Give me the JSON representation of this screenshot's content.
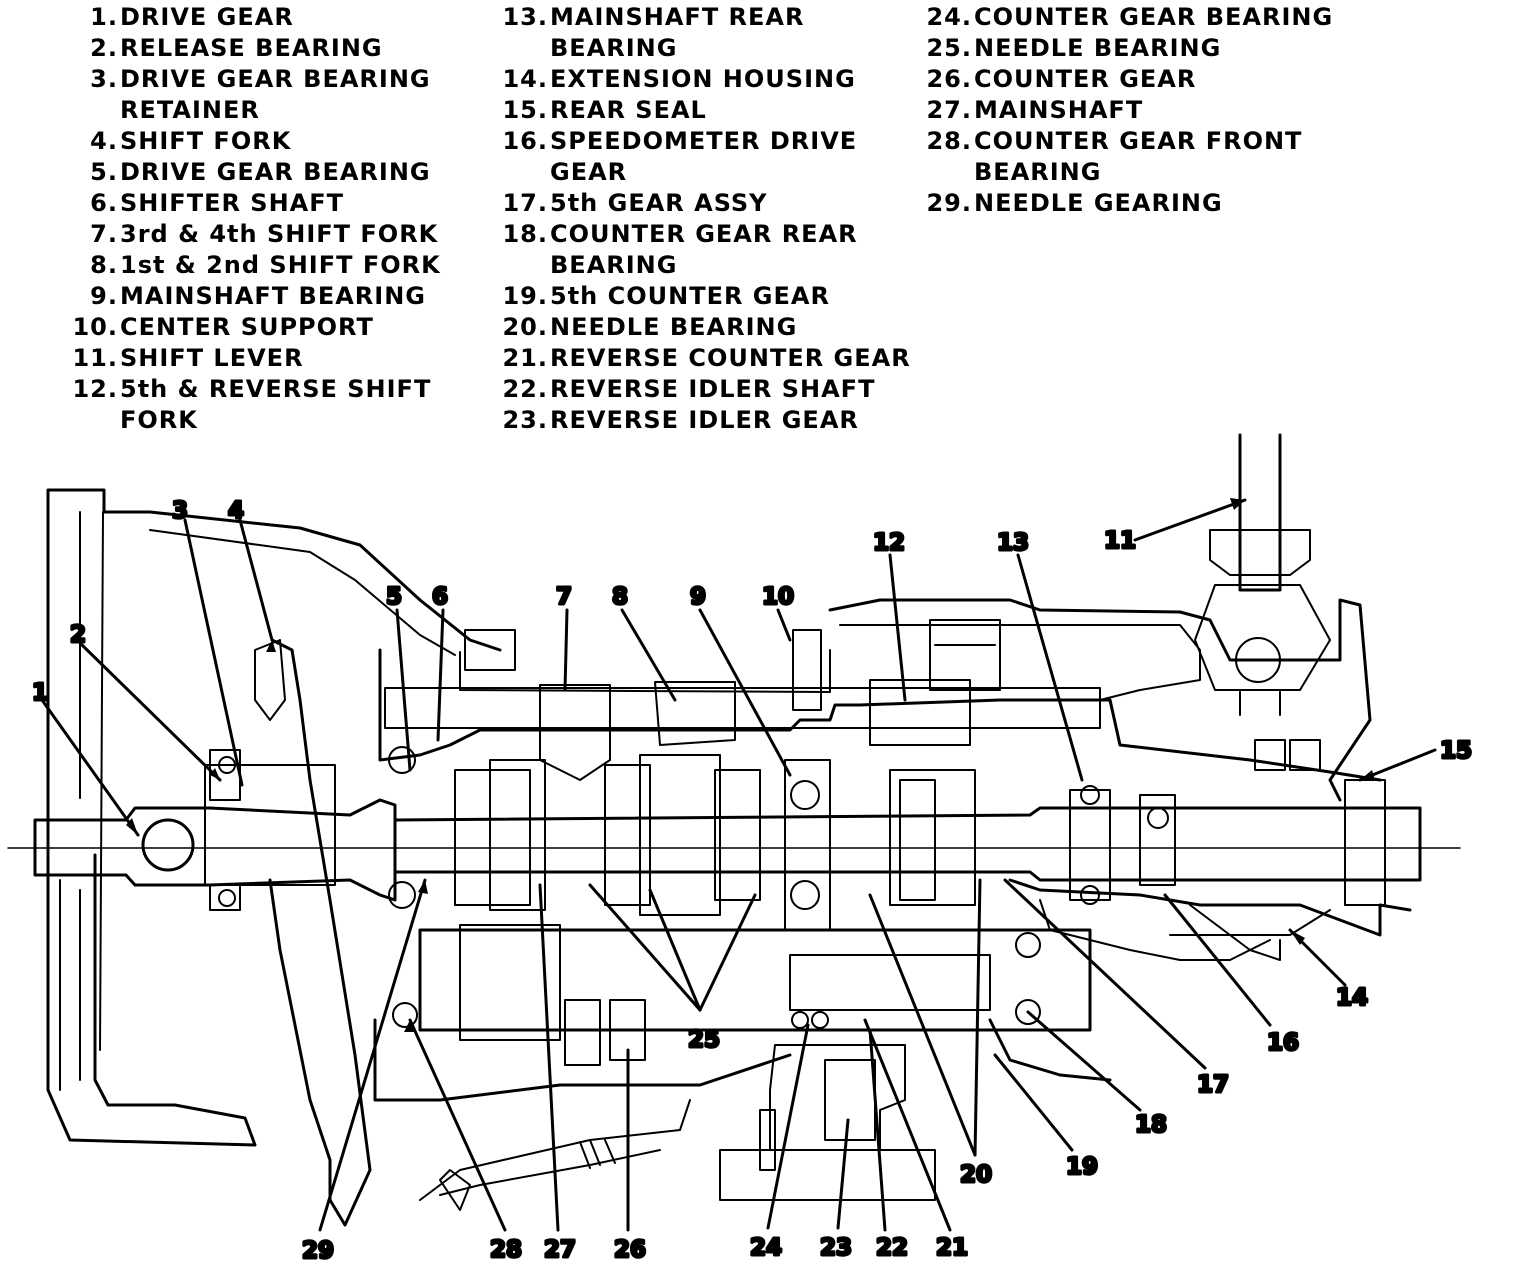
{
  "legend": [
    {
      "num": "1.",
      "label": "DRIVE GEAR"
    },
    {
      "num": "2.",
      "label": "RELEASE BEARING"
    },
    {
      "num": "3.",
      "label": "DRIVE GEAR BEARING"
    },
    {
      "num": "",
      "label": "RETAINER"
    },
    {
      "num": "4.",
      "label": "SHIFT FORK"
    },
    {
      "num": "5.",
      "label": "DRIVE GEAR BEARING"
    },
    {
      "num": "6.",
      "label": "SHIFTER SHAFT"
    },
    {
      "num": "7.",
      "label": "3rd & 4th SHIFT FORK"
    },
    {
      "num": "8.",
      "label": "1st & 2nd SHIFT FORK"
    },
    {
      "num": "9.",
      "label": "MAINSHAFT BEARING"
    },
    {
      "num": "10.",
      "label": "CENTER SUPPORT"
    },
    {
      "num": "11.",
      "label": "SHIFT LEVER"
    },
    {
      "num": "12.",
      "label": "5th & REVERSE SHIFT"
    },
    {
      "num": "",
      "label": "FORK"
    },
    {
      "num": "13.",
      "label": "MAINSHAFT REAR"
    },
    {
      "num": "",
      "label": "BEARING"
    },
    {
      "num": "14.",
      "label": "EXTENSION HOUSING"
    },
    {
      "num": "15.",
      "label": "REAR SEAL"
    },
    {
      "num": "16.",
      "label": "SPEEDOMETER DRIVE"
    },
    {
      "num": "",
      "label": "GEAR"
    },
    {
      "num": "17.",
      "label": "5th GEAR ASSY"
    },
    {
      "num": "18.",
      "label": "COUNTER GEAR REAR"
    },
    {
      "num": "",
      "label": "BEARING"
    },
    {
      "num": "19.",
      "label": "5th COUNTER GEAR"
    },
    {
      "num": "20.",
      "label": "NEEDLE BEARING"
    },
    {
      "num": "21.",
      "label": "REVERSE COUNTER GEAR"
    },
    {
      "num": "22.",
      "label": "REVERSE IDLER SHAFT"
    },
    {
      "num": "23.",
      "label": "REVERSE IDLER GEAR"
    },
    {
      "num": "24.",
      "label": "COUNTER GEAR BEARING"
    },
    {
      "num": "25.",
      "label": "NEEDLE BEARING"
    },
    {
      "num": "26.",
      "label": "COUNTER GEAR"
    },
    {
      "num": "27.",
      "label": "MAINSHAFT"
    },
    {
      "num": "28.",
      "label": "COUNTER GEAR FRONT"
    },
    {
      "num": "",
      "label": "BEARING"
    },
    {
      "num": "29.",
      "label": "NEEDLE GEARING"
    }
  ],
  "callouts": [
    "1",
    "2",
    "3",
    "4",
    "5",
    "6",
    "7",
    "8",
    "9",
    "10",
    "11",
    "12",
    "13",
    "14",
    "15",
    "16",
    "17",
    "18",
    "19",
    "20",
    "21",
    "22",
    "23",
    "24",
    "25",
    "26",
    "27",
    "28",
    "29"
  ]
}
